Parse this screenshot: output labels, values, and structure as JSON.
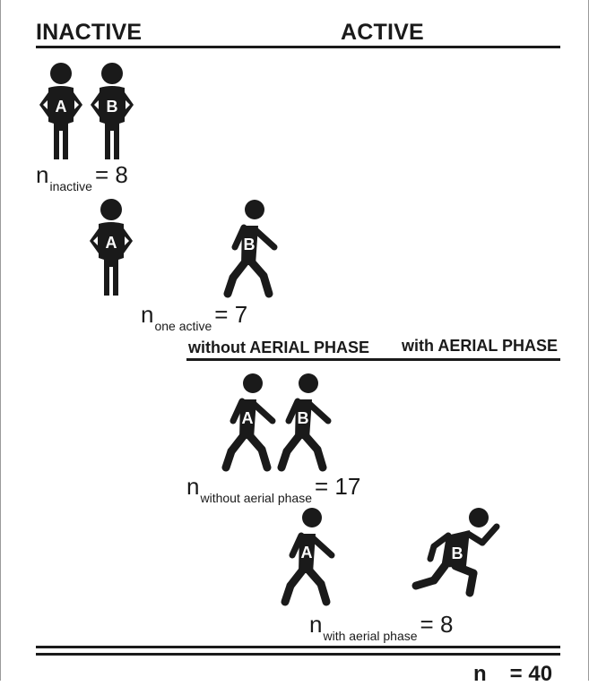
{
  "headers": {
    "inactive": "INACTIVE",
    "active": "ACTIVE",
    "without_aerial": "without AERIAL PHASE",
    "with_aerial": "with AERIAL PHASE"
  },
  "rows": [
    {
      "n": "n",
      "subscript": "inactive",
      "equals": "= 8",
      "figures": [
        {
          "label": "A",
          "pose": "standing"
        },
        {
          "label": "B",
          "pose": "standing"
        }
      ]
    },
    {
      "n": "n",
      "subscript": "one active",
      "equals": "= 7",
      "figures": [
        {
          "label": "A",
          "pose": "standing"
        },
        {
          "label": "B",
          "pose": "walking"
        }
      ]
    },
    {
      "n": "n",
      "subscript": "without aerial phase",
      "equals": "= 17",
      "figures": [
        {
          "label": "A",
          "pose": "walking"
        },
        {
          "label": "B",
          "pose": "walking"
        }
      ]
    },
    {
      "n": "n",
      "subscript": "with aerial phase",
      "equals": "= 8",
      "figures": [
        {
          "label": "A",
          "pose": "walking"
        },
        {
          "label": "B",
          "pose": "running"
        }
      ]
    }
  ],
  "total": {
    "n": "n",
    "equals": "= 40"
  },
  "colors": {
    "ink": "#1a1a1a",
    "figure_text": "#ffffff",
    "frame": "#9a9a9a"
  }
}
